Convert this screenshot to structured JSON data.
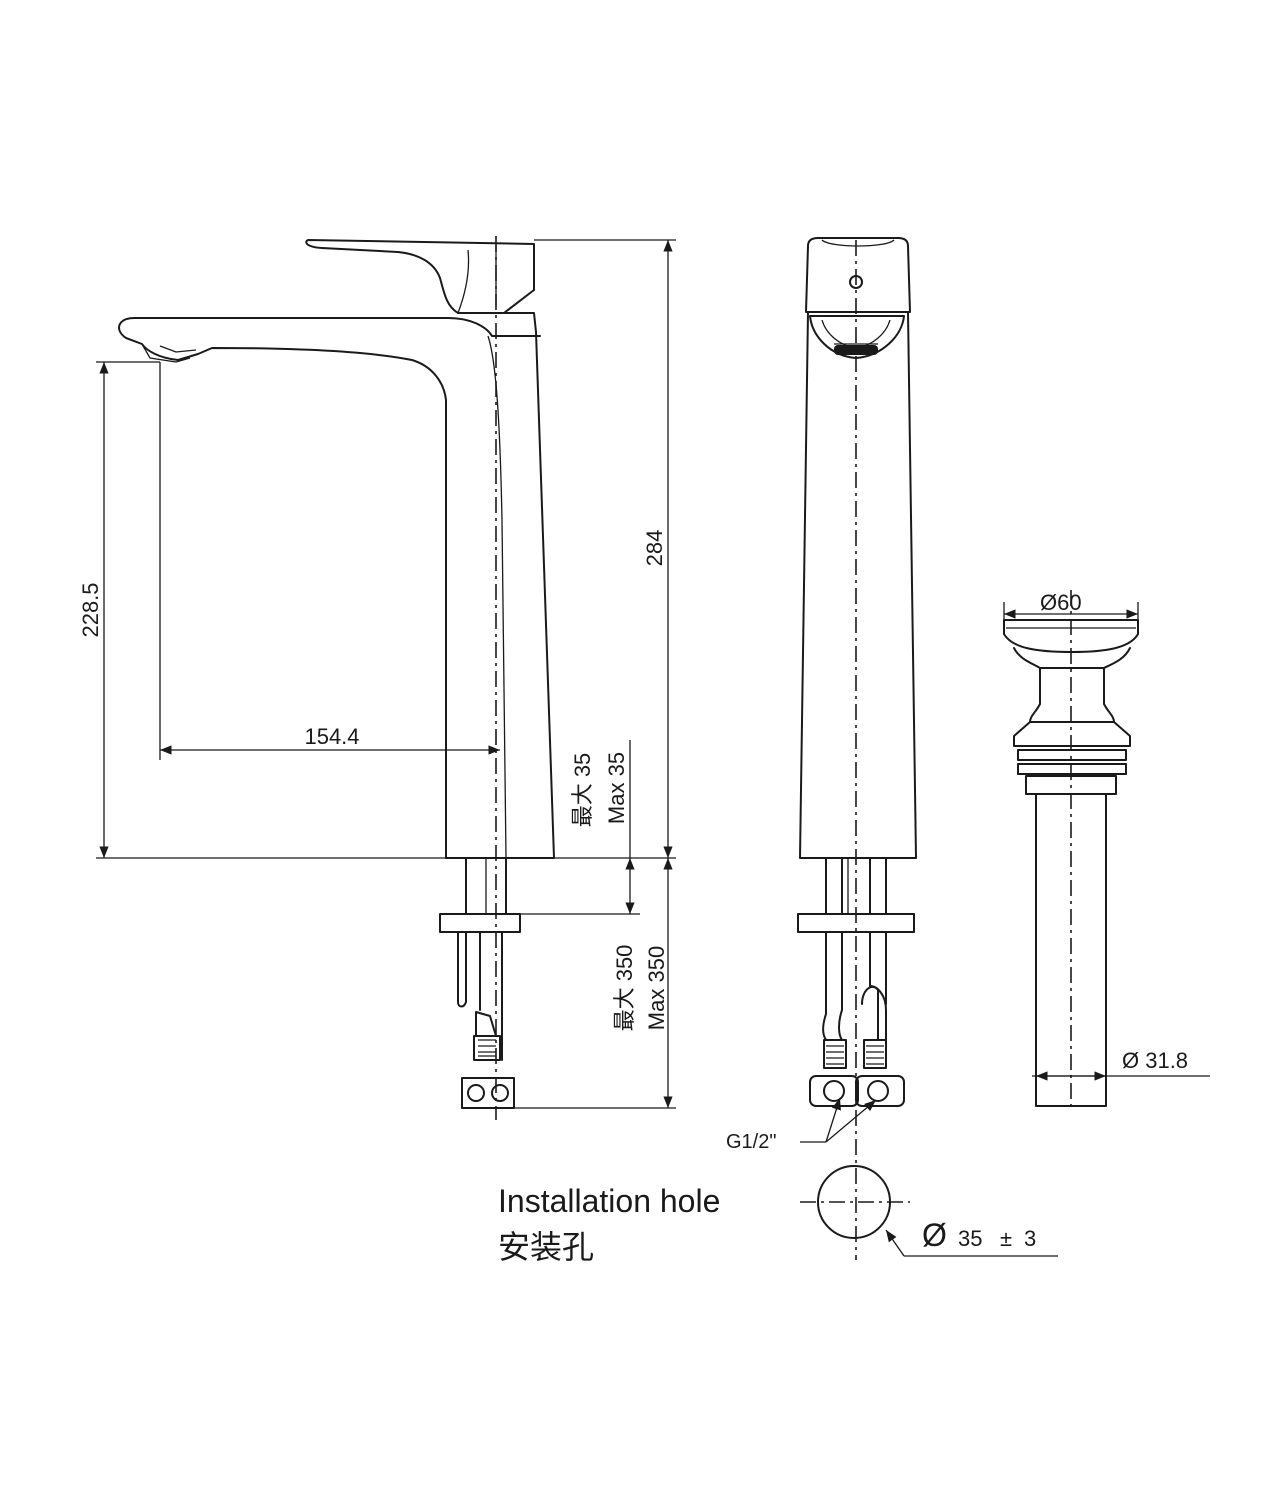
{
  "dimensions": {
    "height_total": "284",
    "spout_height": "228.5",
    "spout_reach": "154.4",
    "deck_thickness_cn": "最大 35",
    "deck_thickness_en": "Max 35",
    "hose_length_cn": "最大 350",
    "hose_length_en": "Max 350",
    "drain_top_diameter": "Ø60",
    "drain_pipe_diameter": "Ø 31.8",
    "connector_thread": "G1/2\"",
    "hole_diameter_value": "35",
    "hole_diameter_tolerance": "3"
  },
  "labels": {
    "installation_hole_en": "Installation hole",
    "installation_hole_cn": "安装孔",
    "diameter_symbol": "Ø",
    "plus_minus": "±"
  }
}
